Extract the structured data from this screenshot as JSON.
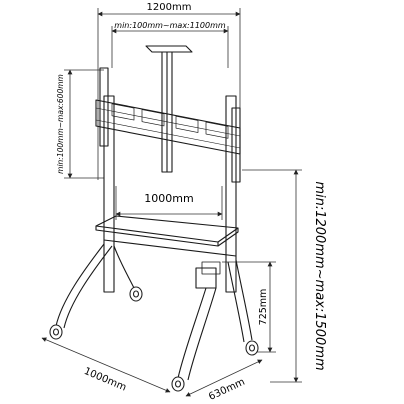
{
  "dimensions": {
    "overall_width": "1200mm",
    "vesa_horizontal": "min:100mm~max:1100mm",
    "vesa_vertical": "min:100mm~max:600mm",
    "shelf_width": "1000mm",
    "shelf_height": "725mm",
    "screen_height_range": "min:1200mm~max:1500mm",
    "base_width": "1000mm",
    "base_depth": "630mm"
  },
  "colors": {
    "line": "#1a1a1a",
    "dim_line": "#333333",
    "wheel": "#222222"
  }
}
